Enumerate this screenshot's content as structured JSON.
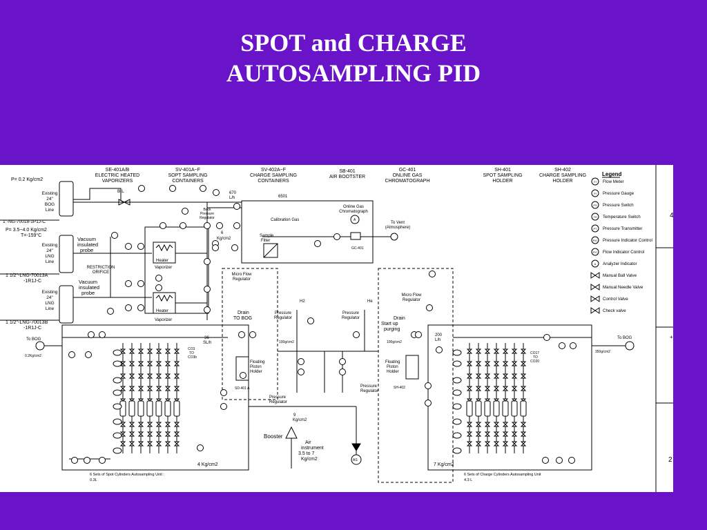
{
  "slide": {
    "background": "#6a14c9",
    "title_lines": [
      "SPOT and CHARGE",
      "AUTOSAMPLING PID"
    ]
  },
  "diagram": {
    "headers": [
      {
        "tag": "SE-401A/B",
        "desc1": "ELECTRIC HEATED",
        "desc2": "VAPORIZERS"
      },
      {
        "tag": "SV-401A~F",
        "desc1": "SOPT SAMPLING",
        "desc2": "CONTAINERS"
      },
      {
        "tag": "SV-402A~F",
        "desc1": "CHARGE SAMPLING",
        "desc2": "CONTAINERS"
      },
      {
        "tag": "SB-401",
        "desc1": "AIR BOOTSTER",
        "desc2": ""
      },
      {
        "tag": "GC-401",
        "desc1": "ONLINE GAS",
        "desc2": "CHROMATOGRAPH"
      },
      {
        "tag": "SH-401",
        "desc1": "SPOT SAMPLING",
        "desc2": "HOLDER"
      },
      {
        "tag": "SH-402",
        "desc1": "CHARGE SAMPLING",
        "desc2": "HOLDER"
      }
    ],
    "legend": {
      "title": "Legend",
      "items": [
        {
          "symbol": "FI",
          "label": "Flow Meter"
        },
        {
          "symbol": "PI",
          "label": "Pressure Gauge"
        },
        {
          "symbol": "PS",
          "label": "Pressure Switch"
        },
        {
          "symbol": "TS",
          "label": "Temperature Switch"
        },
        {
          "symbol": "PT",
          "label": "Pressure Transmitter"
        },
        {
          "symbol": "PIC",
          "label": "Pressure Indicator Control"
        },
        {
          "symbol": "FIC",
          "label": "Flow Indicator Control"
        },
        {
          "symbol": "A",
          "label": "Analyzer Indicator"
        },
        {
          "symbol": "",
          "label": "Manual Ball Valve"
        },
        {
          "symbol": "",
          "label": "Manual Needle Valve"
        },
        {
          "symbol": "",
          "label": "Control Valve"
        },
        {
          "symbol": "",
          "label": "Check valve"
        }
      ]
    },
    "left_lines": {
      "p1": "P= 0.2 Kg/cm2",
      "bog": [
        "Existing",
        "24\"",
        "BOG",
        "Line"
      ],
      "bog_line_tag": "1\"-NG-70018-1P1J-C",
      "p2": "P= 3.5~4.0 Kg/cm2",
      "t2": "T=-159°C",
      "lng1": [
        "Existing",
        "24\"",
        "LNG",
        "Line"
      ],
      "lng1_tag": [
        "1 1/2\"-LNG-70013A",
        "-1R1J-C"
      ],
      "lng2": [
        "Existing",
        "24\"",
        "LNG",
        "Line"
      ],
      "lng2_tag": [
        "1 1/2\"-LNG-70013B",
        "-1R1J-C"
      ],
      "probe1": [
        "Vacuum",
        "insulated",
        "probe"
      ],
      "probe2": [
        "Vacuum",
        "insulated",
        "probe"
      ],
      "restriction": [
        "RESTRICTION",
        "ORIFICE"
      ],
      "to_bog_left": "To BOG",
      "left_pressure": "0.2Kg/cm2"
    },
    "labels": {
      "bl": "B.L",
      "heater": "Heater",
      "vaporizer": "Vaporizer",
      "back_pressure": [
        "Back",
        "Pressure",
        "Regulator"
      ],
      "calibration_gas": "Calibration Gas",
      "sample_filter": [
        "Sample",
        "Filter"
      ],
      "online_gc": [
        "Online Gas",
        "Chromatograph"
      ],
      "to_vent": [
        "To Vent",
        "(Atmosphere)"
      ],
      "flow_670": [
        "670",
        "L/h"
      ],
      "kg_cm2_6": [
        "6",
        "Kg/cm2"
      ],
      "micro_flow_left": [
        "Micro Flow",
        "Regulator"
      ],
      "micro_flow_right": [
        "Micro Flow",
        "Regulator"
      ],
      "drain_left": [
        "Drain",
        "TO BOG"
      ],
      "drain_right": [
        "Drain",
        "Start up",
        "purging"
      ],
      "pressure_regulator": [
        "Pressure",
        "Regulator"
      ],
      "h2": "H2",
      "he": "He",
      "kg100_left": "100g/cm2",
      "kg100_right": "100g/cm2",
      "floating_left": [
        "Floating",
        "Piston",
        "Holder"
      ],
      "floating_right": [
        "Floating",
        "Piston",
        "Holder"
      ],
      "flow_36": [
        "36",
        "SL/h"
      ],
      "flow_200": [
        "200",
        "L/h"
      ],
      "co_left": [
        "CO3",
        "TO",
        "CO3b"
      ],
      "co_right": [
        "CO17",
        "TO",
        "CO20"
      ],
      "booster": "Booster",
      "air_instrument": [
        "Air",
        "instrument",
        "3.5 to 7",
        "Kg/cm2"
      ],
      "kg9": [
        "9",
        "Kg/cm2"
      ],
      "kg4": "4 Kg/cm2",
      "kg7": "7 Kg/cm2",
      "spot_units": [
        "6 Sets of Spot Cylinders Autosampling Unit :",
        "0.3L"
      ],
      "charge_units": [
        "6 Sets of Charge Cylinders Autosampling Unit",
        "4.3 L"
      ],
      "to_bog_right": "To BOG",
      "right_pressure": "350g/cm2",
      "sd401a": "SD-401 A",
      "sh402": "SH-402",
      "sb401": "SB-401",
      "gc401": "GC-401",
      "tag_6501": "6501",
      "edge_marks": [
        "4",
        "2"
      ]
    }
  }
}
